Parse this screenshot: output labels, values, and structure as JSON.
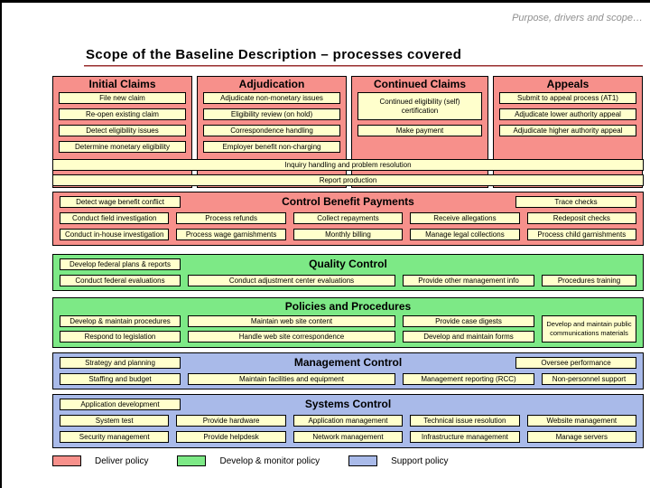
{
  "meta": {
    "note": "Purpose, drivers and scope…",
    "title": "Scope of the Baseline Description – processes covered"
  },
  "colors": {
    "deliver_policy": "#F7908B",
    "develop_monitor_policy": "#7DE986",
    "support_policy": "#A9BAE9",
    "process_box": "#FFFFCC",
    "title_rule": "#993333"
  },
  "claims": {
    "columns": [
      {
        "header": "Initial Claims",
        "items": [
          "File new claim",
          "Re-open existing claim",
          "Detect eligibility issues",
          "Determine monetary eligibility"
        ]
      },
      {
        "header": "Adjudication",
        "items": [
          "Adjudicate non-monetary issues",
          "Eligibility review (on hold)",
          "Correspondence handling",
          "Employer benefit non-charging"
        ]
      },
      {
        "header": "Continued Claims",
        "item_tall": "Continued eligibility (self) certification",
        "item": "Make payment"
      },
      {
        "header": "Appeals",
        "items": [
          "Submit to appeal process (AT1)",
          "Adjudicate lower authority appeal",
          "Adjudicate higher authority appeal"
        ]
      }
    ],
    "spanning": [
      "Inquiry handling and problem resolution",
      "Report production"
    ]
  },
  "control": {
    "title": "Control Benefit Payments",
    "left": "Detect wage benefit conflict",
    "right": "Trace checks",
    "row2": [
      "Conduct field investigation",
      "Process refunds",
      "Collect repayments",
      "Receive allegations",
      "Redeposit checks"
    ],
    "row3": [
      "Conduct in-house investigation",
      "Process wage garnishments",
      "Monthly billing",
      "Manage legal collections",
      "Process child garnishments"
    ]
  },
  "quality": {
    "title": "Quality Control",
    "left": "Develop federal plans & reports",
    "row2": [
      "Conduct federal evaluations",
      "Conduct adjustment center evaluations",
      "Provide other management info",
      "Procedures training"
    ]
  },
  "policies": {
    "title": "Policies and Procedures",
    "row1": [
      "Develop & maintain procedures",
      "Maintain web site content",
      "Provide case digests"
    ],
    "row2": [
      "Respond to legislation",
      "Handle web site correspondence",
      "Develop and maintain forms"
    ],
    "tall": "Develop and maintain public communications materials"
  },
  "management": {
    "title": "Management Control",
    "left": "Strategy and planning",
    "right": "Oversee performance",
    "row2": [
      "Staffing and budget",
      "Maintain facilities and equipment",
      "Management reporting (RCC)",
      "Non-personnel support"
    ]
  },
  "systems": {
    "title": "Systems Control",
    "left": "Application development",
    "row2": [
      "System test",
      "Provide hardware",
      "Application management",
      "Technical issue resolution",
      "Website management"
    ],
    "row3": [
      "Security management",
      "Provide helpdesk",
      "Network management",
      "Infrastructure management",
      "Manage servers"
    ]
  },
  "legend": [
    {
      "label": "Deliver policy"
    },
    {
      "label": "Develop & monitor policy"
    },
    {
      "label": "Support policy"
    }
  ]
}
